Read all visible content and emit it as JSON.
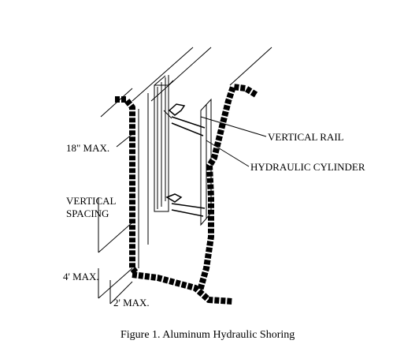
{
  "labels": {
    "vertical_rail": "VERTICAL RAIL",
    "hydraulic_cylinder": "HYDRAULIC CYLINDER",
    "max_18": "18\" MAX.",
    "vertical": "VERTICAL",
    "spacing": "SPACING",
    "max_4": "4' MAX.",
    "max_2": "2' MAX."
  },
  "caption": "Figure 1.  Aluminum Hydraulic Shoring"
}
